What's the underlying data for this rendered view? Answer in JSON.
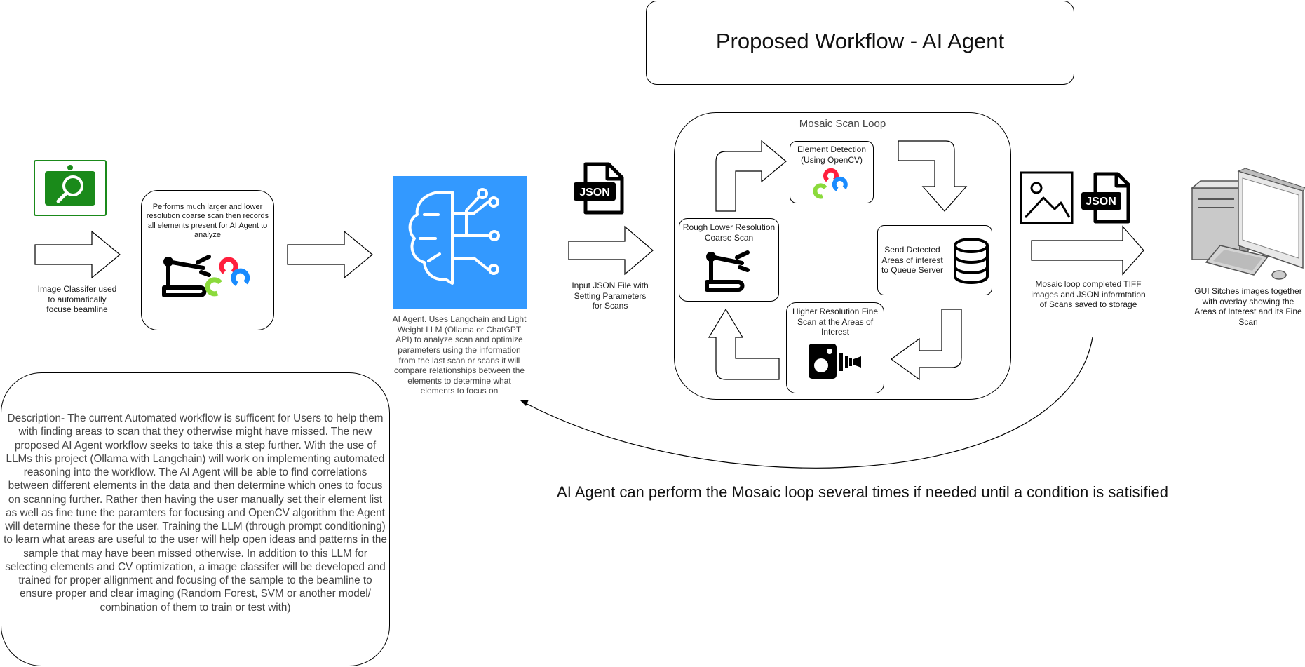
{
  "title": "Proposed Workflow - AI Agent",
  "loop_title": "Mosaic Scan Loop",
  "image_classifier": {
    "caption": "Image Classifer used to automatically focuse beamline",
    "icon": "magnifier-app-icon"
  },
  "coarse_scan": {
    "text": "Performs much larger and lower resolution coarse scan then records all elements present for AI Agent to analyze"
  },
  "ai_agent": {
    "caption": "AI Agent. Uses Langchain and Light Weight LLM (Ollama or ChatGPT API) to analyze scan and optimize parameters using the information from the last scan or scans it will compare relationships between the elements to determine what elements to focus on",
    "tile_color": "#3399ff"
  },
  "json_input": {
    "icon_label": "JSON",
    "caption": "Input JSON File with Setting Parameters for Scans"
  },
  "loop_steps": {
    "element_detection": "Element Detection (Using OpenCV)",
    "send_detected": "Send Detected Areas of interest to Queue Server",
    "fine_scan": "Higher Resolution Fine Scan at the Areas of Interest",
    "rough_scan": "Rough Lower Resolution Coarse Scan"
  },
  "output": {
    "json_label": "JSON",
    "caption": "Mosaic loop completed TIFF images and JSON informtation of  Scans saved to storage"
  },
  "gui": {
    "caption": "GUI Sitches images together with overlay showing the Areas of Interest and its Fine Scan"
  },
  "loop_note": "AI Agent can perform the Mosaic loop several times if needed until a condition is satisified",
  "description": "Description- The current Automated workflow is sufficent for Users to help them with finding areas to scan that they otherwise might have missed. The new proposed AI Agent workflow seeks to take this a step further. With the use of LLMs this project (Ollama with Langchain) will work on  implementing automated reasoning into the workflow. The AI Agent will be able to find correlations between different elements in the data and then determine which ones to focus on scanning further. Rather then having the user manually set their element list as well as fine tune the paramters for focusing and OpenCV algorithm the Agent will determine these for the user. Training the LLM (through prompt conditioning) to learn what areas are useful to the user will help open ideas and patterns in the sample that may have been missed otherwise. In addition to this LLM for selecting elements and CV optimization, a image classifer will be developed and trained for proper allignment and focusing of the sample to the beamline to ensure proper and clear imaging (Random Forest, SVM or another model/ combination of them to train or test with)",
  "colors": {
    "classifier_green": "#1a8a1a",
    "agent_blue": "#3399ff",
    "opencv_red": "#ff1f3d",
    "opencv_green": "#8bda3c",
    "opencv_blue": "#1a8cff"
  }
}
